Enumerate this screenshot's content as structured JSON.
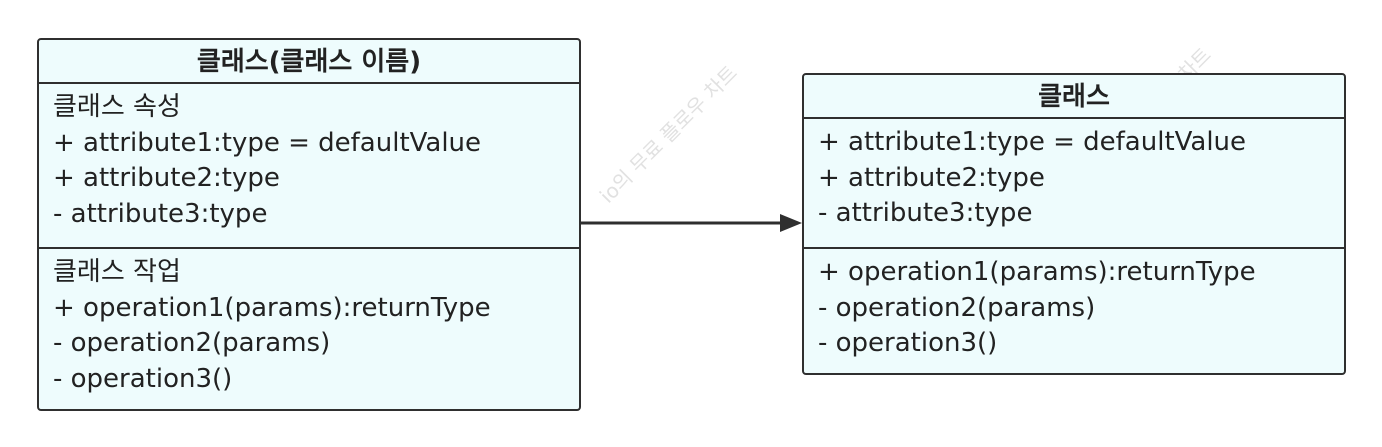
{
  "watermark": {
    "text": "io의 무료 플로우 차트",
    "text_short": "차트"
  },
  "class_left": {
    "title": "클래스(클래스 이름)",
    "attributes_label": "클래스 속성",
    "attributes": [
      "+ attribute1:type = defaultValue",
      "+ attribute2:type",
      "-  attribute3:type"
    ],
    "operations_label": "클래스 작업",
    "operations": [
      "+ operation1(params):returnType",
      "-  operation2(params)",
      "-  operation3()"
    ]
  },
  "class_right": {
    "title": "클래스",
    "attributes": [
      "+ attribute1:type = defaultValue",
      "+ attribute2:type",
      "-  attribute3:type"
    ],
    "operations": [
      "+ operation1(params):returnType",
      "-  operation2(params)",
      "-  operation3()"
    ]
  },
  "colors": {
    "box_fill": "#eefcfd",
    "border": "#2f2f2f",
    "text": "#222222",
    "watermark": "#c9c9c9"
  }
}
